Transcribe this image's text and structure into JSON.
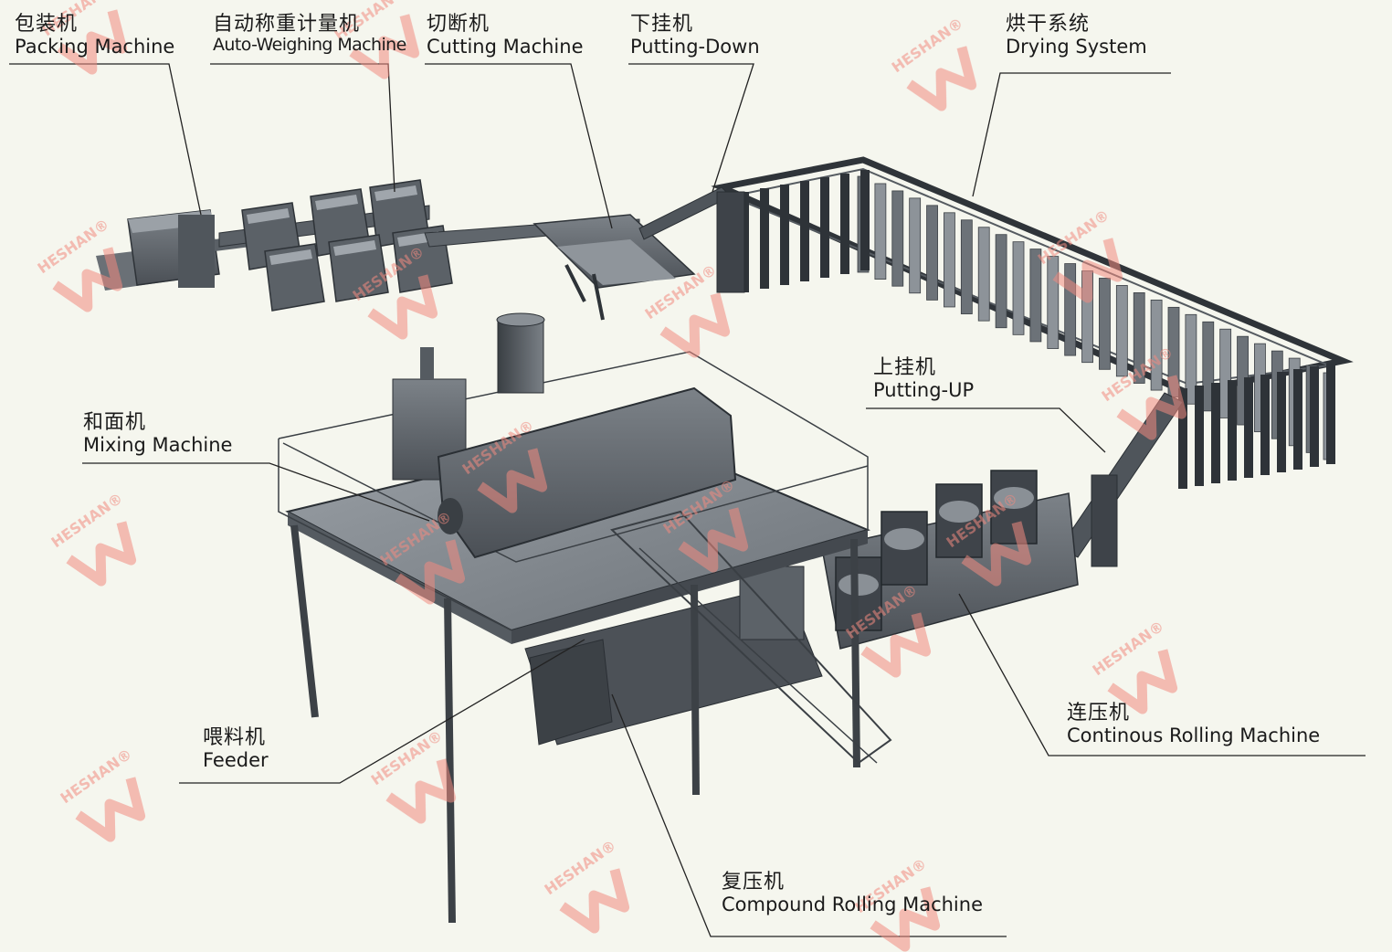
{
  "labels": {
    "packing": {
      "zh": "包装机",
      "en": "Packing Machine"
    },
    "weighing": {
      "zh": "自动称重计量机",
      "en": "Auto-Weighing Machine"
    },
    "cutting": {
      "zh": "切断机",
      "en": "Cutting Machine"
    },
    "putting_down": {
      "zh": "下挂机",
      "en": "Putting-Down"
    },
    "drying": {
      "zh": "烘干系统",
      "en": "Drying System"
    },
    "putting_up": {
      "zh": "上挂机",
      "en": "Putting-UP"
    },
    "mixing": {
      "zh": "和面机",
      "en": "Mixing Machine"
    },
    "feeder": {
      "zh": "喂料机",
      "en": "Feeder"
    },
    "continuous": {
      "zh": "连压机",
      "en": "Continous Rolling Machine"
    },
    "compound": {
      "zh": "复压机",
      "en": "Compound Rolling Machine"
    }
  },
  "watermark": {
    "brand": "HESHAN",
    "mark": "®",
    "color": "#f08a80"
  }
}
